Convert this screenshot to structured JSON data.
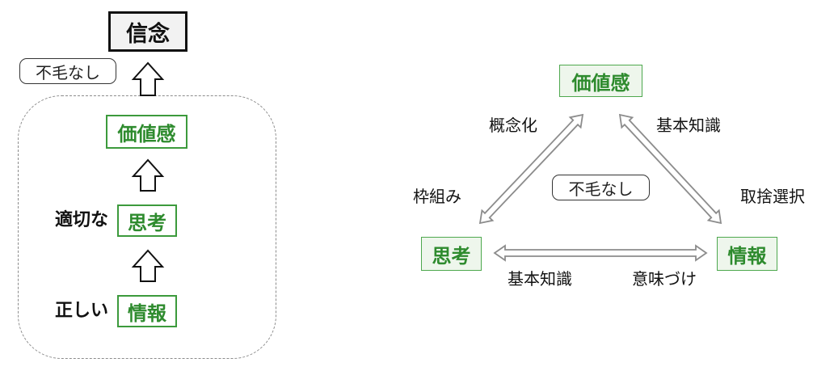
{
  "left": {
    "top_box": "信念",
    "pill": "不毛なし",
    "value_box": "価値感",
    "thinking_box": "思考",
    "thinking_prefix": "適切な",
    "info_box": "情報",
    "info_prefix": "正しい"
  },
  "right": {
    "value_box": "価値感",
    "thinking_box": "思考",
    "info_box": "情報",
    "center_pill": "不毛なし",
    "edge_labels": {
      "left_upper": "概念化",
      "left_lower": "枠組み",
      "right_upper": "基本知識",
      "right_lower": "取捨選択",
      "bottom_left": "基本知識",
      "bottom_right": "意味づけ"
    }
  },
  "colors": {
    "green": "#2e8b2e",
    "arrow_gray": "#8c8c8c",
    "dashed_border": "#8c8c8c"
  }
}
